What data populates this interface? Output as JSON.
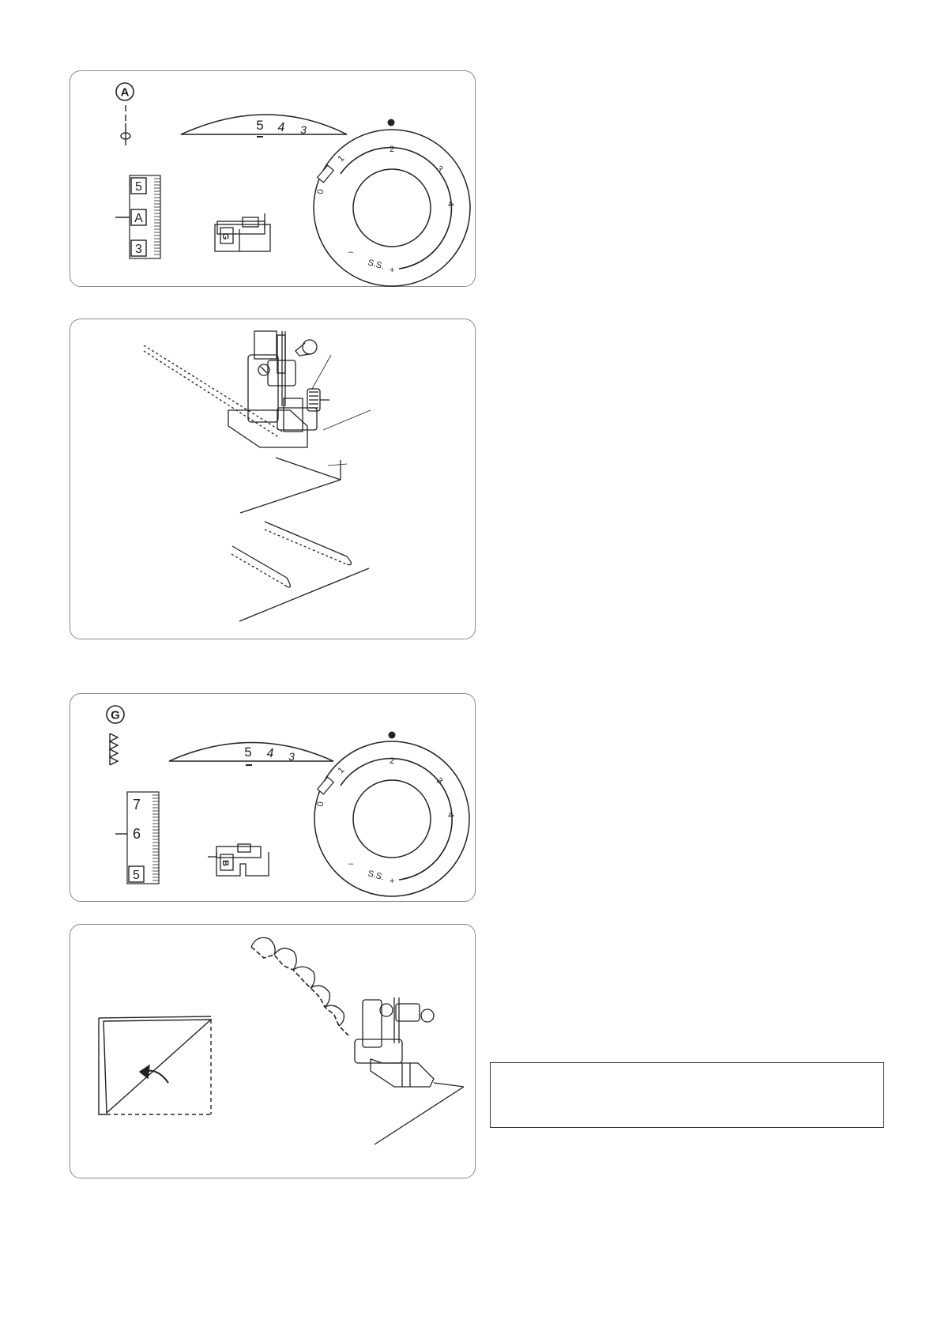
{
  "panel_a": {
    "stitch_letter": "A",
    "stitch_symbol": "straight-stitch-icon",
    "arc_scale": [
      "5",
      "4",
      "3"
    ],
    "width_scale": {
      "top": "5",
      "middle": "A",
      "bottom": "3"
    },
    "foot_letter": "G",
    "dial_numbers": [
      "0",
      "1",
      "2",
      "3",
      "4"
    ],
    "dial_ss": "S.S.",
    "dial_minus": "–",
    "dial_plus": "+"
  },
  "panel_b": {
    "figure": "blind-hem-foot-stitching-illustration"
  },
  "panel_c": {
    "stitch_letter": "G",
    "stitch_symbol": "shell-tuck-stitch-icon",
    "arc_scale": [
      "5",
      "4",
      "3"
    ],
    "width_scale": {
      "top": "7",
      "middle": "6",
      "bottom": "5"
    },
    "foot_letter": "B",
    "dial_numbers": [
      "0",
      "1",
      "2",
      "3",
      "4"
    ],
    "dial_ss": "S.S.",
    "dial_minus": "–",
    "dial_plus": "+"
  },
  "panel_d": {
    "figure": "shell-tuck-stitching-illustration"
  },
  "note_box": {
    "text": ""
  }
}
